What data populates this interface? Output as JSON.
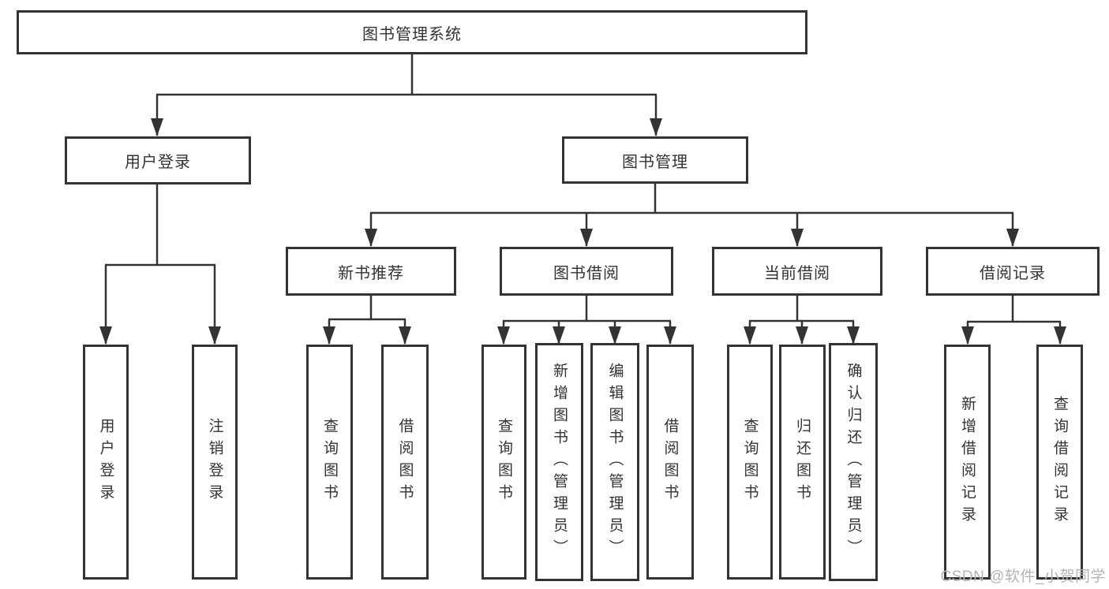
{
  "tree": {
    "label": "图书管理系统",
    "children": [
      {
        "label": "用户登录",
        "children": [
          {
            "label": "用户登录"
          },
          {
            "label": "注销登录"
          }
        ]
      },
      {
        "label": "图书管理",
        "children": [
          {
            "label": "新书推荐",
            "children": [
              {
                "label": "查询图书"
              },
              {
                "label": "借阅图书"
              }
            ]
          },
          {
            "label": "图书借阅",
            "children": [
              {
                "label": "查询图书"
              },
              {
                "label": "新增图书（管理员）"
              },
              {
                "label": "编辑图书（管理员）"
              },
              {
                "label": "借阅图书"
              }
            ]
          },
          {
            "label": "当前借阅",
            "children": [
              {
                "label": "查询图书"
              },
              {
                "label": "归还图书"
              },
              {
                "label": "确认归还（管理员）"
              }
            ]
          },
          {
            "label": "借阅记录",
            "children": [
              {
                "label": "新增借阅记录"
              },
              {
                "label": "查询借阅记录"
              }
            ]
          }
        ]
      }
    ]
  },
  "watermark": {
    "text": "CSDN @软件_小贺同学"
  },
  "colors": {
    "line": "#333333",
    "text": "#333333",
    "watermark_text": "#b4b4b4",
    "background": "#ffffff"
  }
}
